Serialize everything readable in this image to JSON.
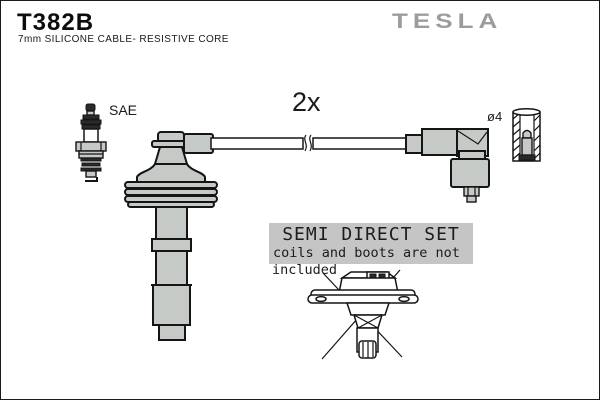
{
  "header": {
    "part_code": "T382B",
    "subtitle": "7mm SILICONE CABLE- RESISTIVE CORE",
    "brand": "TESLA"
  },
  "annotations": {
    "spark_plug_standard": "SAE",
    "quantity": "2x",
    "tip_diameter": "ø4"
  },
  "notice": {
    "heading": "SEMI DIRECT SET",
    "body_line1": "coils and boots are not",
    "body_line2": "included"
  },
  "illustrations": [
    {
      "name": "spark-plug-icon",
      "meaning": "SAE spark plug terminal type"
    },
    {
      "name": "coil-boot-long-icon",
      "meaning": "long ignition coil boot with ribbed flange"
    },
    {
      "name": "cable-with-break-icon",
      "meaning": "ignition cable shown shortened with break symbol"
    },
    {
      "name": "coil-boot-angled-icon",
      "meaning": "90-degree spark plug boot"
    },
    {
      "name": "terminal-cutaway-icon",
      "meaning": "4mm terminal socket cutaway"
    },
    {
      "name": "ignition-coil-crossed-icon",
      "meaning": "coil-on-plug crossed out, not included"
    }
  ],
  "colors": {
    "part_fill": "#c6cac6",
    "outline": "#151515",
    "brand_gray": "#9c9c9c",
    "notice_bg": "#c5c5c5"
  }
}
